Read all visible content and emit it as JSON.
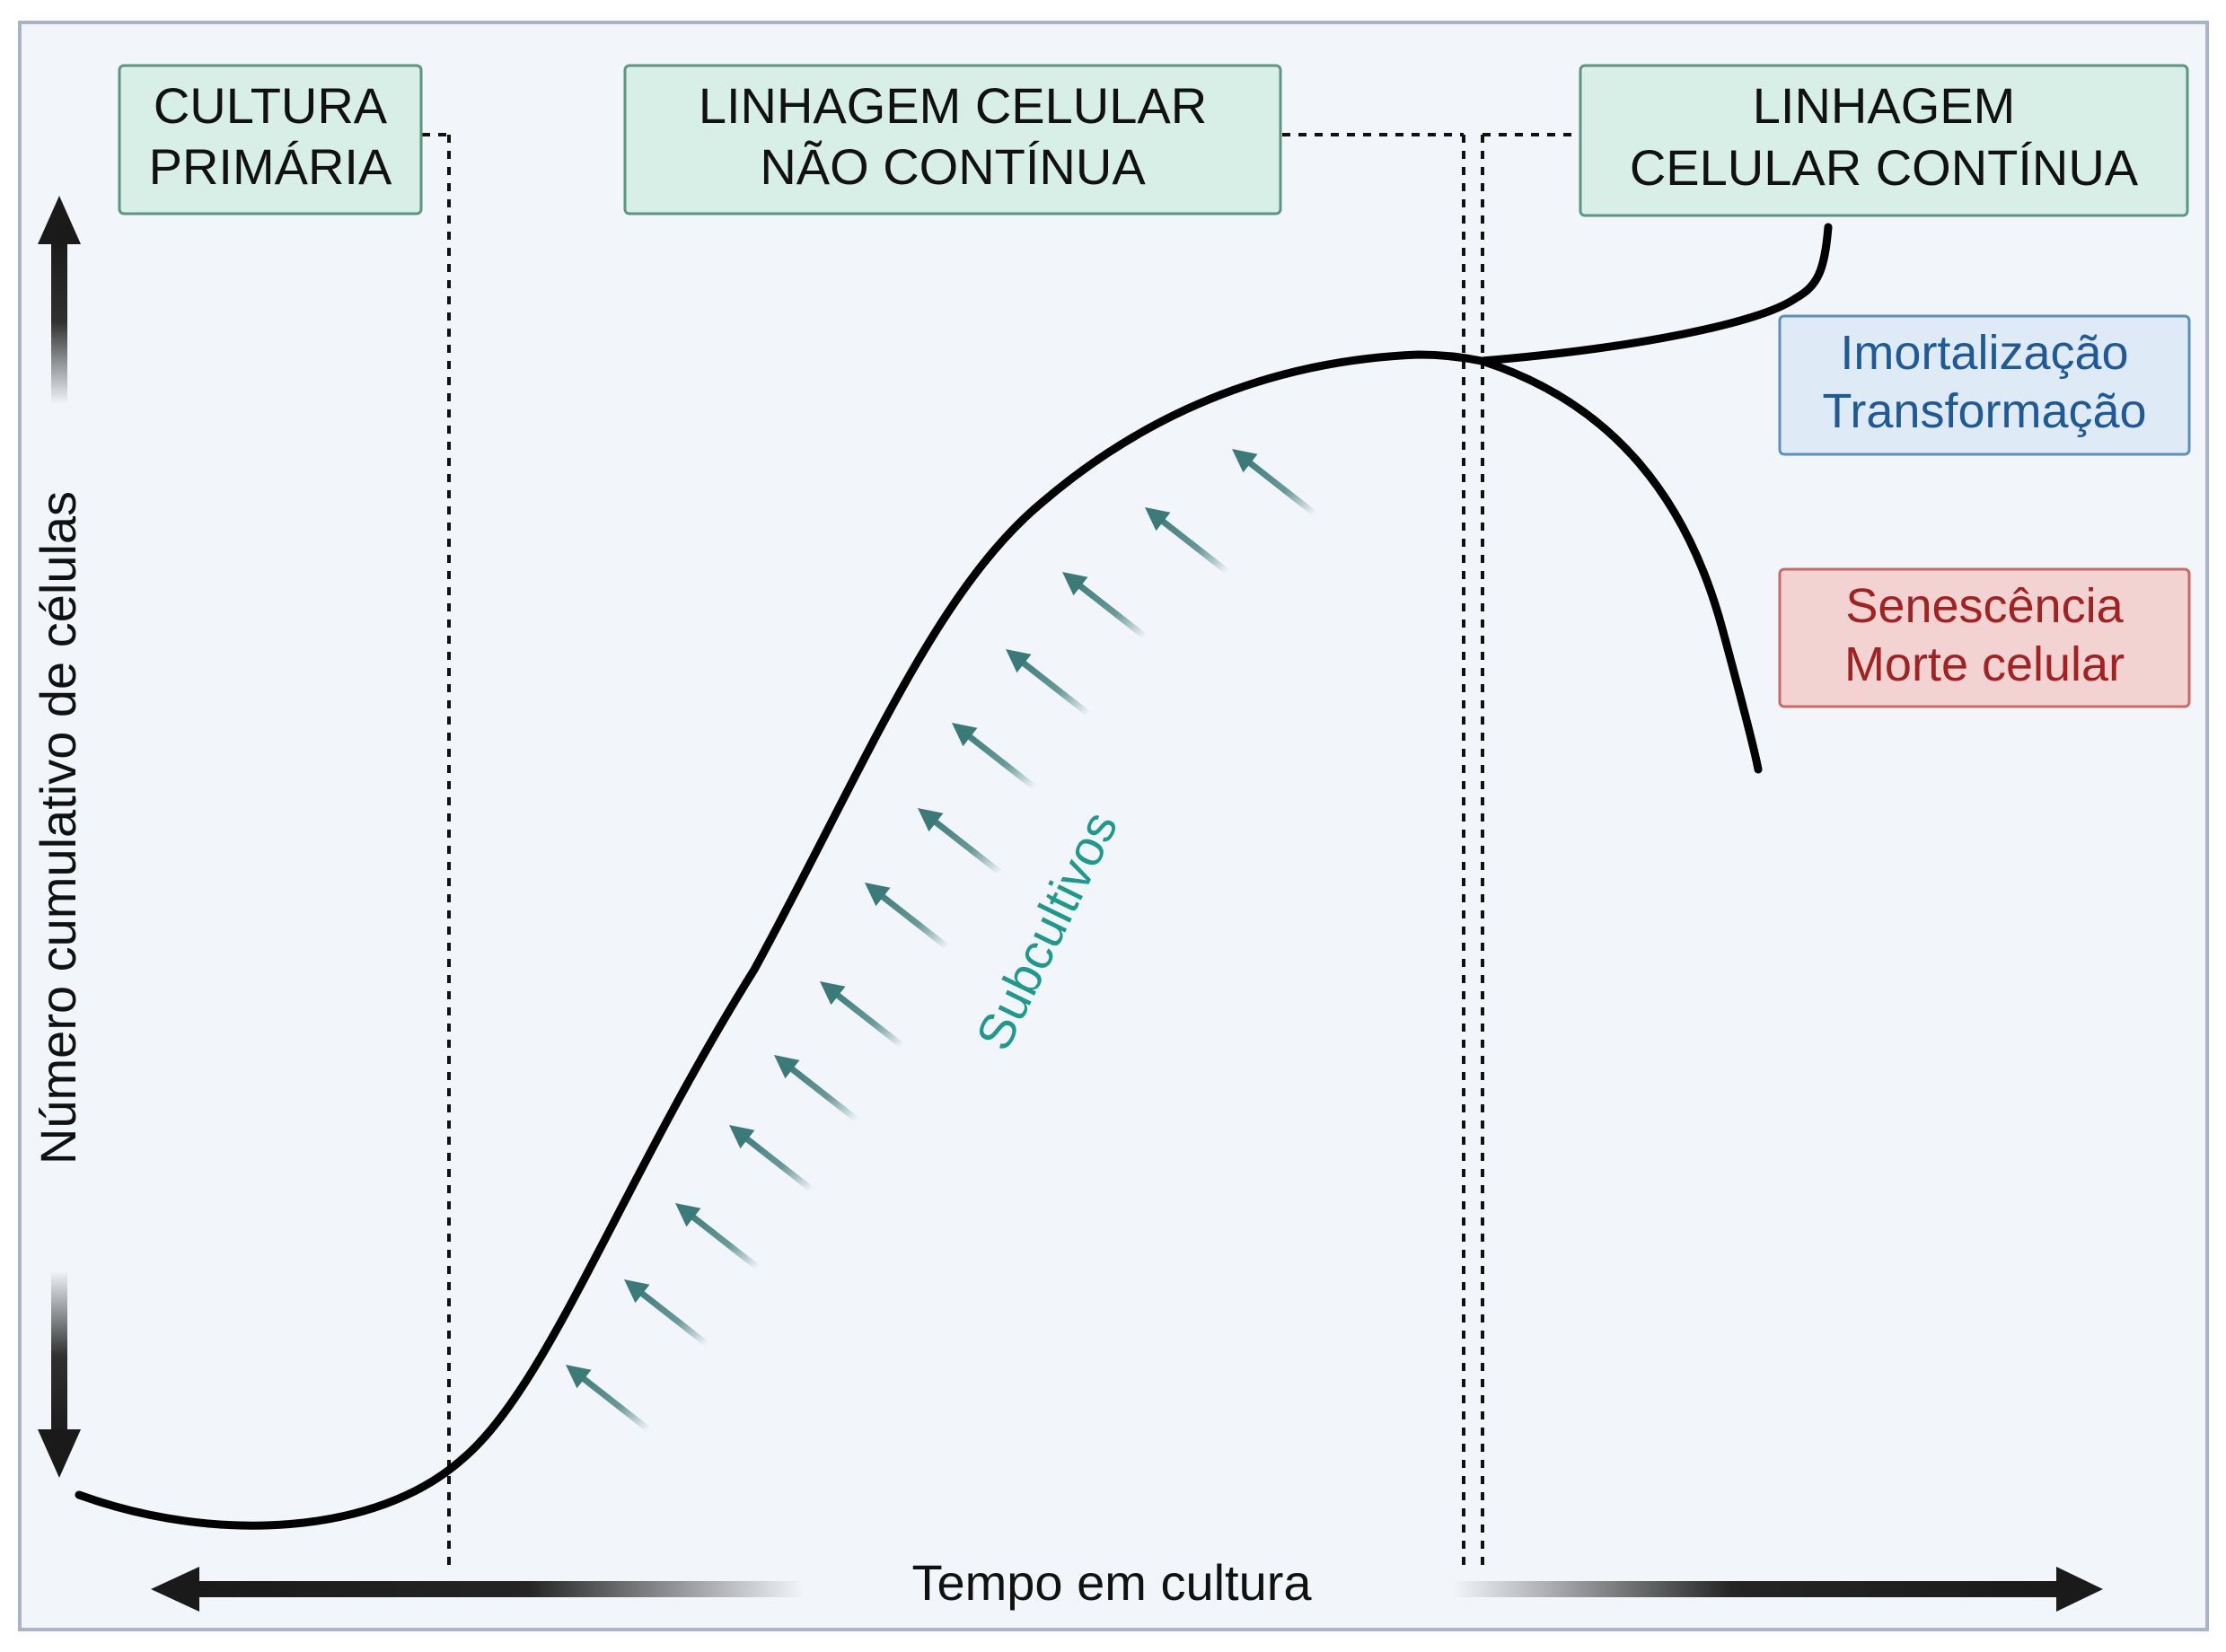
{
  "stages": {
    "primary": [
      "CULTURA",
      "PRIMÁRIA"
    ],
    "finite": [
      "LINHAGEM CELULAR",
      "NÃO CONTÍNUA"
    ],
    "continuous": [
      "LINHAGEM",
      "CELULAR CONTÍNUA"
    ]
  },
  "outcomes": {
    "immortal": [
      "Imortalização",
      "Transformação"
    ],
    "senescence": [
      "Senescência",
      "Morte celular"
    ]
  },
  "axes": {
    "y_label": "Número cumulativo de células",
    "x_label": "Tempo em cultura"
  },
  "subculture_label": "Subcultivos",
  "colors": {
    "background": "#f2f5fa",
    "frame": "#aab3c8",
    "stage_fill": "#d8efe8",
    "stage_stroke": "#5d9580",
    "immortal_fill": "#deebf7",
    "immortal_stroke": "#5f8fbb",
    "immortal_text": "#1f5a97",
    "senescence_fill": "#f3d2d2",
    "senescence_stroke": "#c66a6a",
    "senescence_text": "#a02222",
    "arrow_teal": "#3b7a78",
    "subculture_text": "#1e9a8c",
    "curve": "#000000"
  },
  "icons": {
    "y_axis": "double-arrow-vertical",
    "x_axis": "double-arrow-horizontal",
    "subculture": "diagonal-arrow-up-left"
  }
}
